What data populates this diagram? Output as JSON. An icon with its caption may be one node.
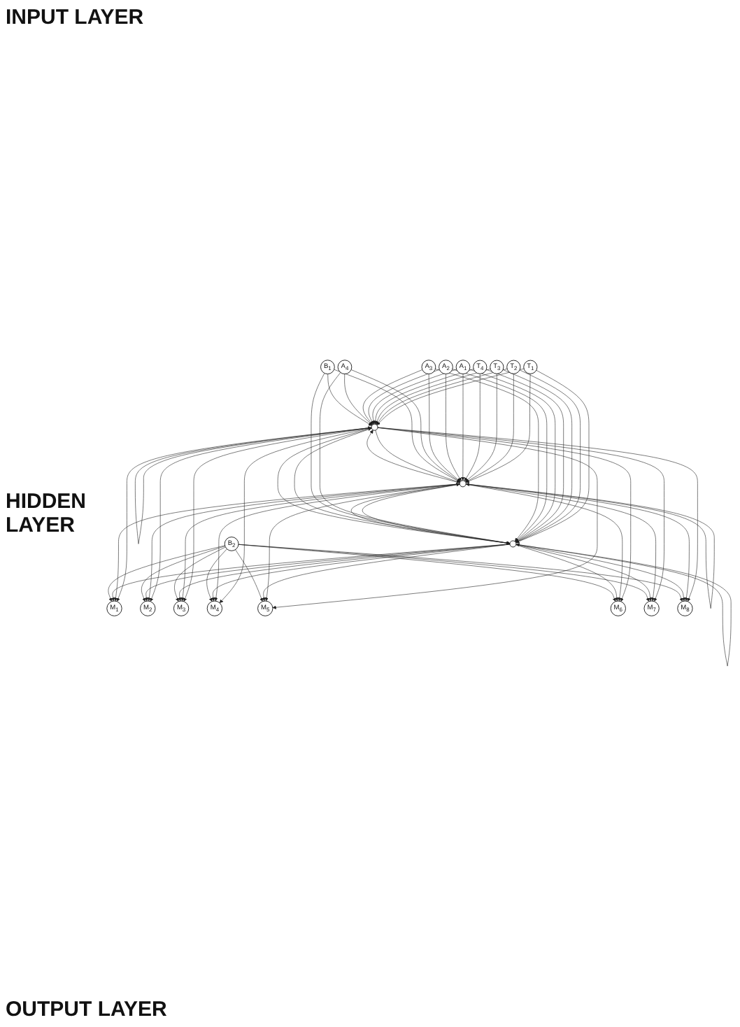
{
  "diagram": {
    "nodes": [
      {
        "text": [
          "T$_{1}$"
        ]
      },
      {
        "text": [
          "T$_{2}$"
        ]
      },
      {
        "text": [
          "T$_{3}$"
        ]
      },
      {
        "text": [
          "T$_{4}$"
        ]
      },
      {
        "text": [
          "A$_{1}$"
        ]
      },
      {
        "text": [
          "A$_{2}$"
        ]
      },
      {
        "text": [
          "A$_{3}$"
        ]
      },
      {
        "text": [
          "A$_{4}$"
        ]
      },
      {
        "text": [
          "B$_{1}$"
        ]
      },
      {
        "text": [],
        "shape": "circle"
      },
      {
        "text": [],
        "shape": "circle"
      },
      {
        "text": [],
        "shape": "circle"
      },
      {
        "text": [
          "B$_{2}$"
        ]
      },
      {
        "text": [
          "M$_{1}$"
        ]
      },
      {
        "text": [
          "M$_{2}$"
        ]
      },
      {
        "text": [
          "M$_{3}$"
        ]
      },
      {
        "text": [
          "M$_{4}$"
        ]
      },
      {
        "text": [
          "M$_{5}$"
        ]
      },
      {
        "text": [
          "M$_{6}$"
        ]
      },
      {
        "text": [
          "M$_{7}$"
        ]
      },
      {
        "text": [
          "M$_{8}$"
        ]
      }
    ],
    "edges": [
      {
        "from": 0,
        "to": 9,
        "arrow": "to"
      },
      {
        "from": 0,
        "to": 10,
        "arrow": "to"
      },
      {
        "from": 0,
        "to": 11,
        "arrow": "to"
      },
      {
        "from": 1,
        "to": 9,
        "arrow": "to"
      },
      {
        "from": 1,
        "to": 10,
        "arrow": "to"
      },
      {
        "from": 1,
        "to": 11,
        "arrow": "to"
      },
      {
        "from": 2,
        "to": 9,
        "arrow": "to"
      },
      {
        "from": 2,
        "to": 10,
        "arrow": "to"
      },
      {
        "from": 2,
        "to": 11,
        "arrow": "to"
      },
      {
        "from": 3,
        "to": 9,
        "arrow": "to"
      },
      {
        "from": 3,
        "to": 10,
        "arrow": "to"
      },
      {
        "from": 3,
        "to": 11,
        "arrow": "to"
      },
      {
        "from": 4,
        "to": 9,
        "arrow": "to"
      },
      {
        "from": 4,
        "to": 10,
        "arrow": "to"
      },
      {
        "from": 4,
        "to": 11,
        "arrow": "to"
      },
      {
        "from": 5,
        "to": 9,
        "arrow": "to"
      },
      {
        "from": 5,
        "to": 10,
        "arrow": "to"
      },
      {
        "from": 5,
        "to": 11,
        "arrow": "to"
      },
      {
        "from": 6,
        "to": 9,
        "arrow": "to"
      },
      {
        "from": 6,
        "to": 10,
        "arrow": "to"
      },
      {
        "from": 6,
        "to": 11,
        "arrow": "to"
      },
      {
        "from": 7,
        "to": 9,
        "arrow": "to"
      },
      {
        "from": 7,
        "to": 10,
        "arrow": "to"
      },
      {
        "from": 7,
        "to": 11,
        "arrow": "to"
      },
      {
        "from": 8,
        "to": 9,
        "arrow": "to"
      },
      {
        "from": 8,
        "to": 10,
        "arrow": "to"
      },
      {
        "from": 8,
        "to": 11,
        "arrow": "to"
      },
      {
        "from": 9,
        "to": 9,
        "arrow": "to"
      },
      {
        "from": 10,
        "to": 10,
        "arrow": "to"
      },
      {
        "from": 11,
        "to": 11,
        "arrow": "to"
      },
      {
        "from": 9,
        "to": 10,
        "arrow": "to"
      },
      {
        "from": 10,
        "to": 9,
        "arrow": "to"
      },
      {
        "from": 10,
        "to": 11,
        "arrow": "to"
      },
      {
        "from": 11,
        "to": 10,
        "arrow": "to"
      },
      {
        "from": 9,
        "to": 11,
        "arrow": "to"
      },
      {
        "from": 11,
        "to": 9,
        "arrow": "to"
      },
      {
        "from": 9,
        "to": 13,
        "arrow": "to"
      },
      {
        "from": 9,
        "to": 14,
        "arrow": "to"
      },
      {
        "from": 9,
        "to": 15,
        "arrow": "to"
      },
      {
        "from": 9,
        "to": 16,
        "arrow": "to"
      },
      {
        "from": 9,
        "to": 17,
        "arrow": "to"
      },
      {
        "from": 9,
        "to": 18,
        "arrow": "to"
      },
      {
        "from": 9,
        "to": 19,
        "arrow": "to"
      },
      {
        "from": 9,
        "to": 20,
        "arrow": "to"
      },
      {
        "from": 10,
        "to": 13,
        "arrow": "to"
      },
      {
        "from": 10,
        "to": 14,
        "arrow": "to"
      },
      {
        "from": 10,
        "to": 15,
        "arrow": "to"
      },
      {
        "from": 10,
        "to": 16,
        "arrow": "to"
      },
      {
        "from": 10,
        "to": 17,
        "arrow": "to"
      },
      {
        "from": 10,
        "to": 18,
        "arrow": "to"
      },
      {
        "from": 10,
        "to": 19,
        "arrow": "to"
      },
      {
        "from": 10,
        "to": 20,
        "arrow": "to"
      },
      {
        "from": 11,
        "to": 13,
        "arrow": "to"
      },
      {
        "from": 11,
        "to": 14,
        "arrow": "to"
      },
      {
        "from": 11,
        "to": 15,
        "arrow": "to"
      },
      {
        "from": 11,
        "to": 16,
        "arrow": "to"
      },
      {
        "from": 11,
        "to": 17,
        "arrow": "to"
      },
      {
        "from": 11,
        "to": 18,
        "arrow": "to"
      },
      {
        "from": 11,
        "to": 19,
        "arrow": "to"
      },
      {
        "from": 11,
        "to": 20,
        "arrow": "to"
      },
      {
        "from": 12,
        "to": 13,
        "arrow": "to"
      },
      {
        "from": 12,
        "to": 14,
        "arrow": "to"
      },
      {
        "from": 12,
        "to": 15,
        "arrow": "to"
      },
      {
        "from": 12,
        "to": 16,
        "arrow": "to"
      },
      {
        "from": 12,
        "to": 17,
        "arrow": "to"
      },
      {
        "from": 12,
        "to": 18,
        "arrow": "to"
      },
      {
        "from": 12,
        "to": 19,
        "arrow": "to"
      },
      {
        "from": 12,
        "to": 20,
        "arrow": "to"
      }
    ],
    "labels": [
      "INPUT LAYER",
      "HIDDEN LAYER",
      "OUTPUT LAYER"
    ]
  }
}
